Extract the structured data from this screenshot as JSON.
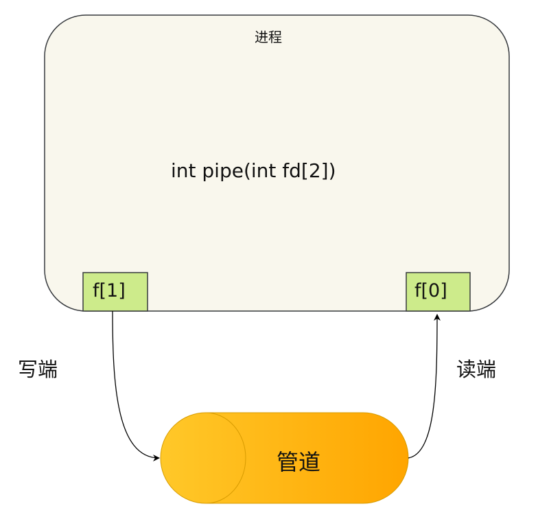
{
  "process": {
    "title": "进程",
    "call": "int pipe(int fd[2])"
  },
  "fds": {
    "write_fd": "f[1]",
    "read_fd": "f[0]"
  },
  "labels": {
    "write_end": "写端",
    "read_end": "读端"
  },
  "pipe": {
    "label": "管道"
  },
  "colors": {
    "process_fill": "#f9f7ed",
    "fd_fill": "#cdeb8b",
    "pipe_light": "#ffc829",
    "pipe_dark": "#ffa500"
  }
}
